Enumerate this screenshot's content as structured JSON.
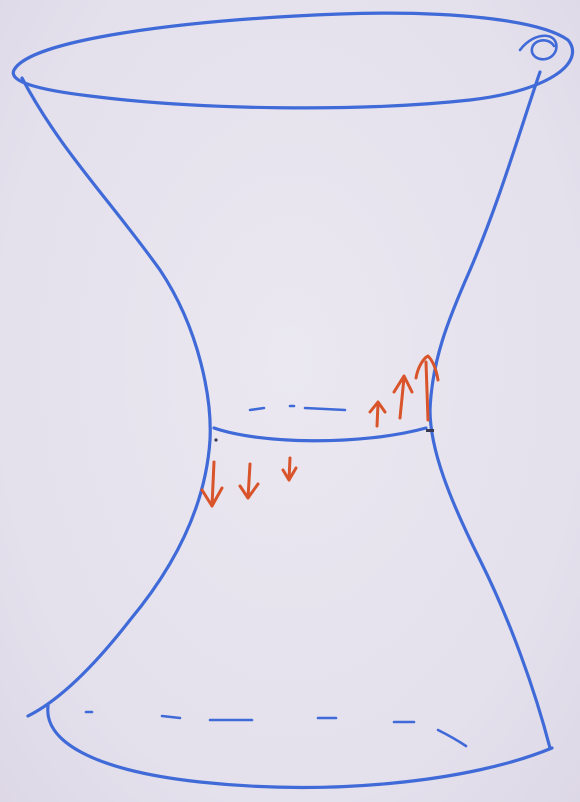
{
  "figure": {
    "colors": {
      "surface_ink": "#3f6ad8",
      "arrow_ink": "#d9542a",
      "paper": "#e7e3ee"
    },
    "surface": {
      "shape": "hyperboloid-of-one-sheet",
      "top_rim": "full-ellipse",
      "waist": "ellipse-front-solid-back-dashed",
      "bottom_rim": "ellipse-front-solid-back-dashed"
    },
    "arrows": {
      "left_group": {
        "direction": "down",
        "count": 3
      },
      "right_group": {
        "direction": "up",
        "count": 3
      }
    }
  }
}
